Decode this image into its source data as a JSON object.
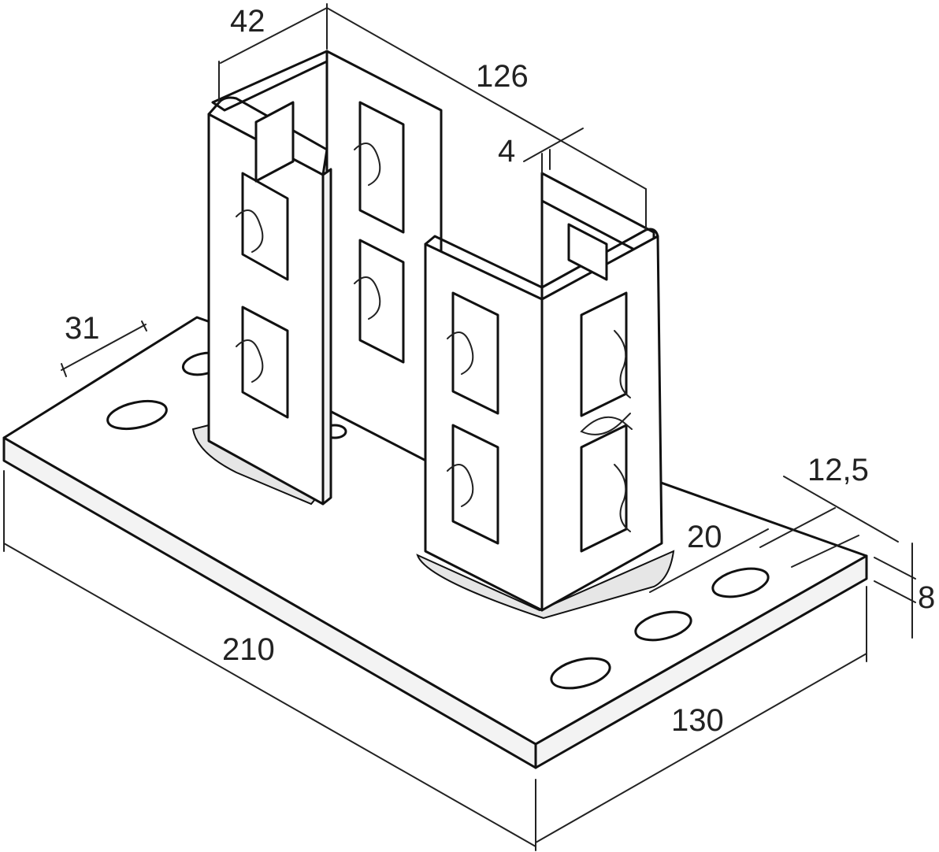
{
  "dimensions": {
    "channel_width": "42",
    "channel_span": "126",
    "wall_thickness": "4",
    "hole_edge_offset": "31",
    "hole_offset_small": "12,5",
    "hole_spacing": "20",
    "plate_thickness": "8",
    "plate_length": "210",
    "plate_width": "130"
  },
  "colors": {
    "line": "#111111",
    "background": "#ffffff",
    "weld": "#e6e6e6"
  }
}
